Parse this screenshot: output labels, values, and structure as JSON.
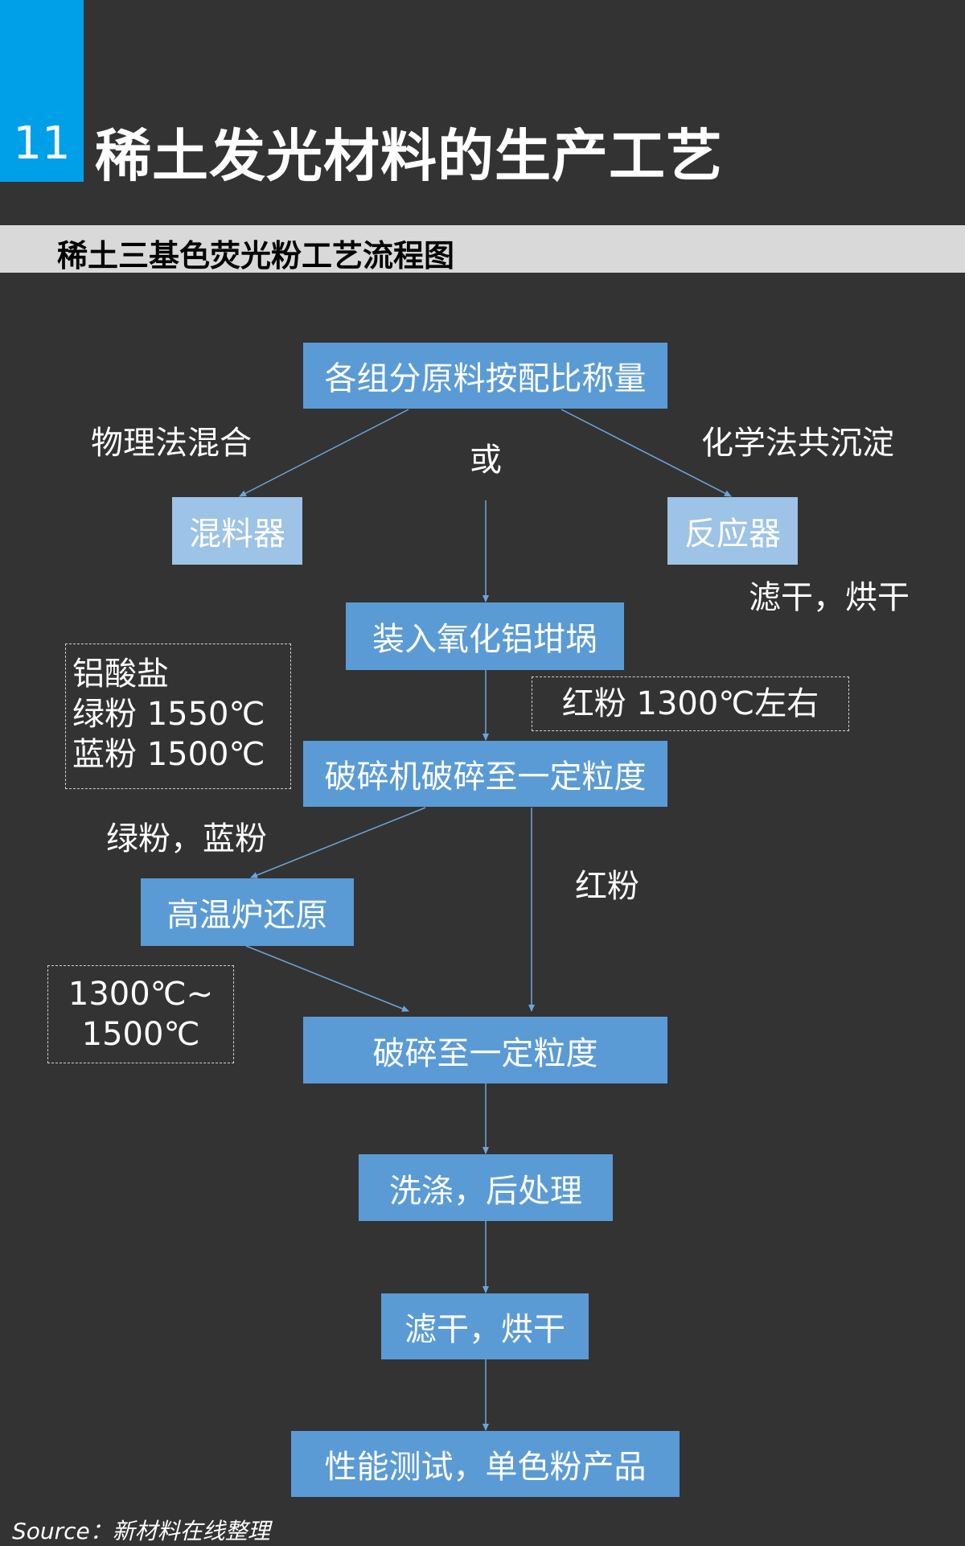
{
  "header": {
    "number": "11",
    "title": "稀土发光材料的生产工艺"
  },
  "subtitle": "稀土三基色荧光粉工艺流程图",
  "boxes": {
    "weigh": "各组分原料按配比称量",
    "mixer": "混料器",
    "reactor": "反应器",
    "crucible": "装入氧化铝坩埚",
    "crush1": "破碎机破碎至一定粒度",
    "reduce": "高温炉还原",
    "crush2": "破碎至一定粒度",
    "wash": "洗涤，后处理",
    "dry": "滤干，烘干",
    "test": "性能测试，单色粉产品"
  },
  "labels": {
    "physical": "物理法混合",
    "or": "或",
    "chemical": "化学法共沉淀",
    "filter_dry": "滤干，烘干",
    "green_blue": "绿粉，蓝粉",
    "red": "红粉"
  },
  "notes": {
    "aluminate": [
      "铝酸盐",
      "绿粉 1550℃",
      "蓝粉 1500℃"
    ],
    "red_temp": "红粉 1300℃左右",
    "reduce_temp": [
      "1300℃~",
      "1500℃"
    ]
  },
  "source": "Source：新材料在线整理",
  "colors": {
    "accent": "#00a0e9",
    "box": "#5b9bd5",
    "box_light": "#9dc3e6",
    "background": "#333333",
    "band": "#d9d9d9"
  }
}
